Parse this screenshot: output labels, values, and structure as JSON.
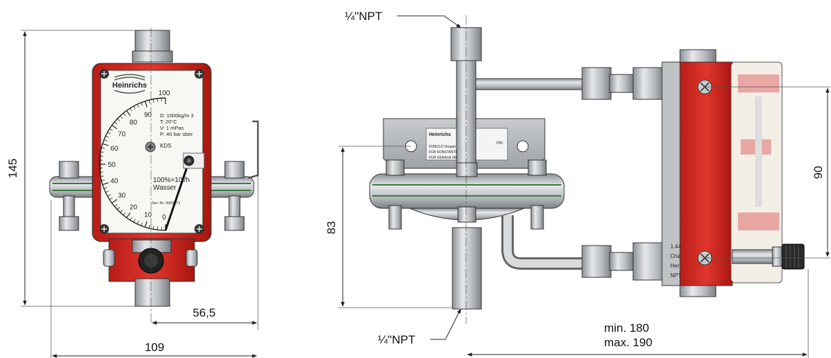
{
  "dimensions": {
    "height_front": "145",
    "width_front": "109",
    "axis_offset": "56,5",
    "height_side": "83",
    "span_side": "90",
    "length_min": "min.  180",
    "length_max": "max. 190",
    "thread_top": "¼\"NPT",
    "thread_bottom": "¼\"NPT"
  },
  "dial": {
    "brand": "Heinrichs",
    "scale": [
      "100",
      "90",
      "80",
      "70",
      "60",
      "50",
      "40",
      "30",
      "20",
      "10",
      "0"
    ],
    "specs": [
      "D: 1000kg/m 3",
      "T:  20°C",
      "V:  1 mPas",
      "P:  40 bar über"
    ],
    "code": "KDS",
    "range": "100%=10l/h",
    "medium": "Wasser",
    "serial": "Ser.-Nr. 0000071"
  },
  "side_label": {
    "brand": "Heinrichs",
    "line1": "KOBOLD Gruppe",
    "line2": "FÜR KONSTANTEN DRUCK",
    "line3": "FÜR GENAUE MESSUNG",
    "code": "HN",
    "small": [
      "1.44",
      "Cha",
      "Her",
      "NPT"
    ]
  },
  "colors": {
    "housing_red": "#d42a22",
    "steel": "#b8bcc0",
    "outline": "#333333"
  }
}
